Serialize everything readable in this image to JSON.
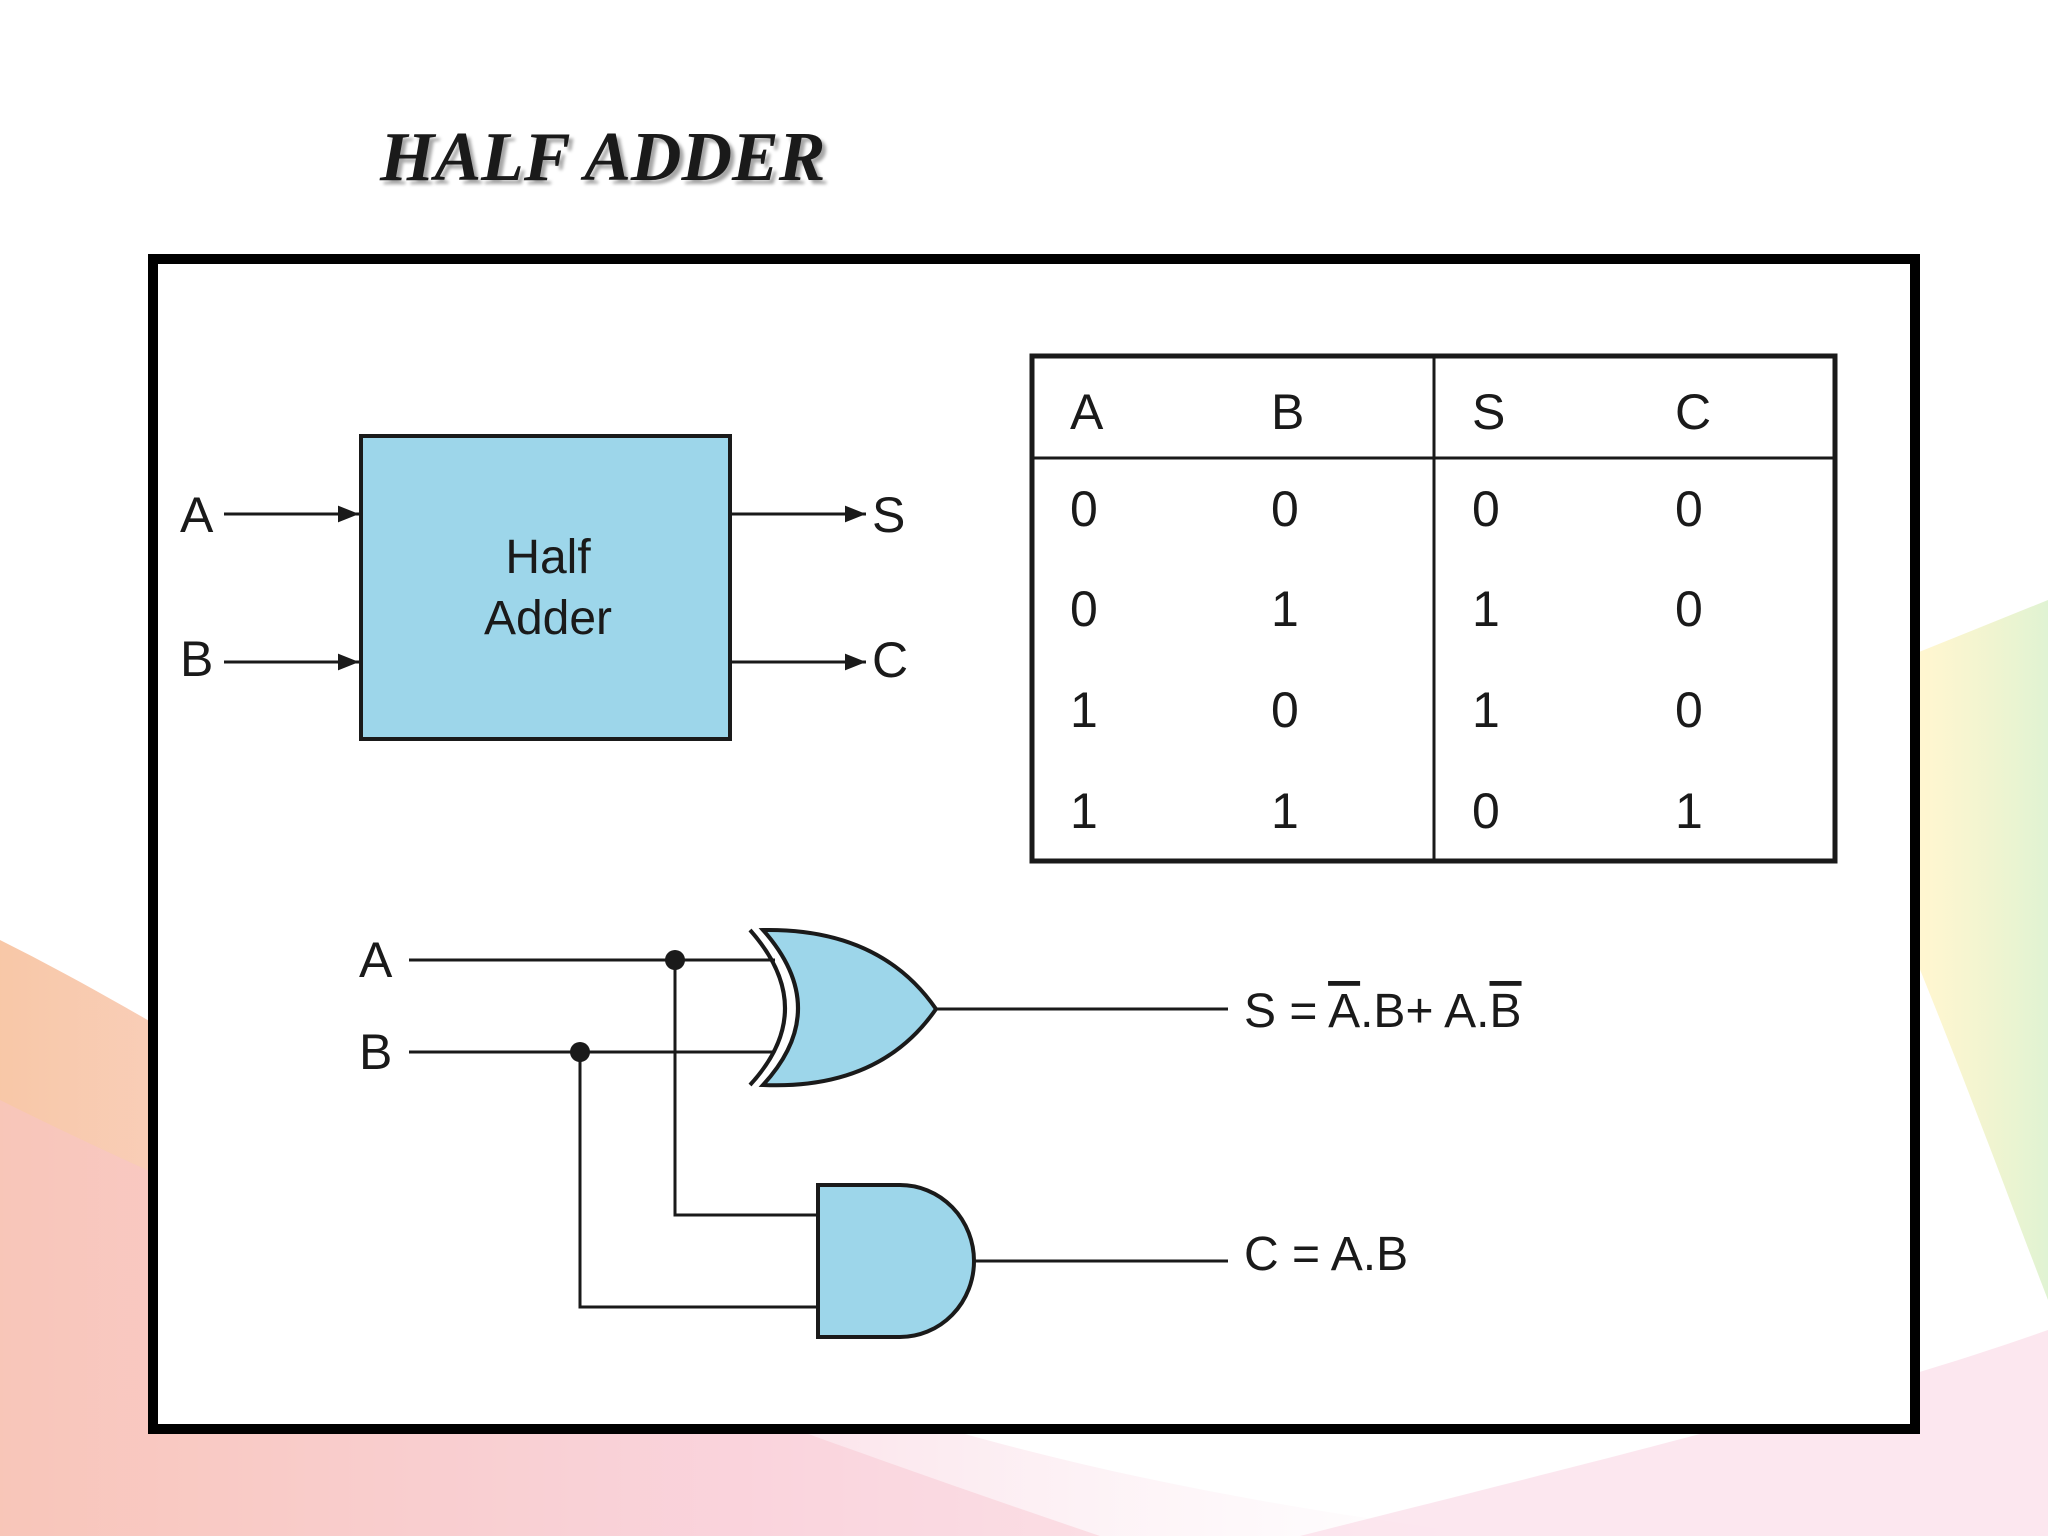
{
  "title": "HALF ADDER",
  "block": {
    "line1": "Half",
    "line2": "Adder",
    "input_a": "A",
    "input_b": "B",
    "output_s": "S",
    "output_c": "C"
  },
  "truth_table": {
    "headers": [
      "A",
      "B",
      "S",
      "C"
    ],
    "rows": [
      [
        "0",
        "0",
        "0",
        "0"
      ],
      [
        "0",
        "1",
        "1",
        "0"
      ],
      [
        "1",
        "0",
        "1",
        "0"
      ],
      [
        "1",
        "1",
        "0",
        "1"
      ]
    ]
  },
  "circuit": {
    "input_a": "A",
    "input_b": "B",
    "sum_prefix": "S = ",
    "sum_a_bar": "A",
    "sum_mid": ".B+ A.",
    "sum_b_bar": "B",
    "carry_expr": "C = A.B"
  },
  "colors": {
    "gate_fill": "#9dd6ea",
    "stroke": "#1a1a1a",
    "frame": "#000000"
  }
}
